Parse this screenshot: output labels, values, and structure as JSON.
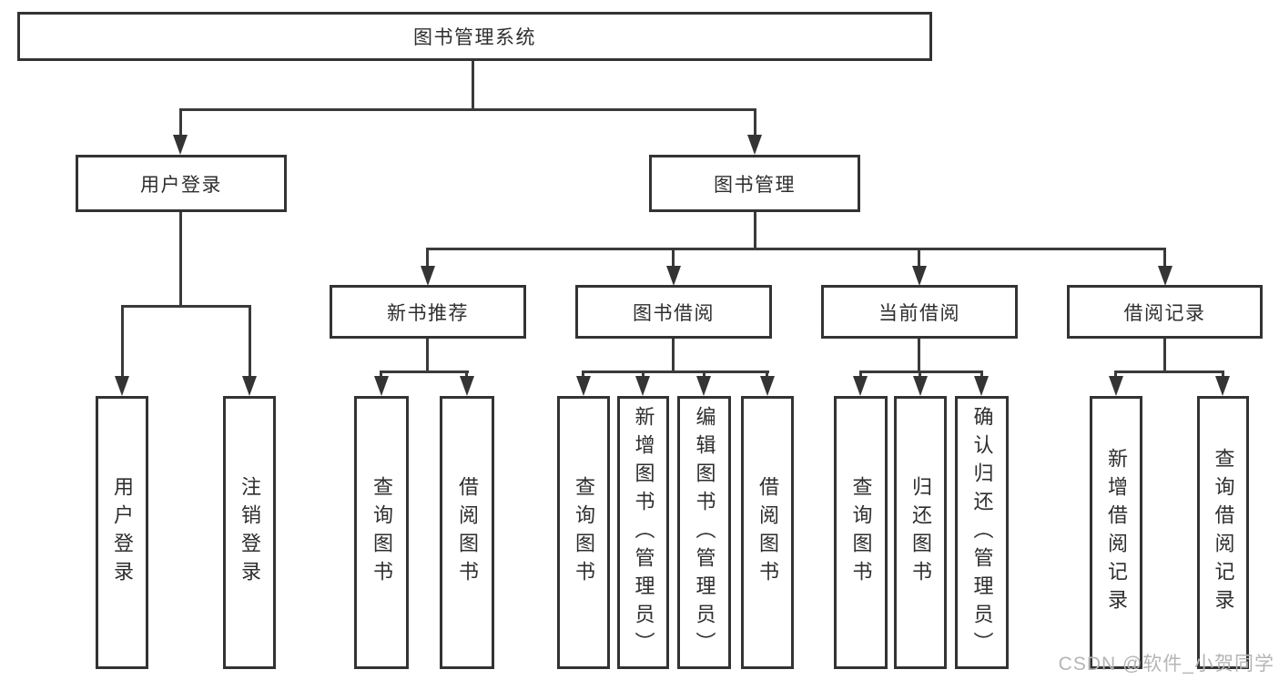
{
  "page": {
    "background_color": "#ffffff",
    "line_color": "#3a3a3a",
    "box_border_color": "#333333",
    "text_color": "#2e2e2e"
  },
  "diagram": {
    "type": "tree",
    "root": {
      "label": "图书管理系统"
    },
    "branches": [
      {
        "label": "用户登录",
        "leaves": [
          {
            "label": "用户登录"
          },
          {
            "label": "注销登录"
          }
        ]
      },
      {
        "label": "图书管理",
        "sections": [
          {
            "label": "新书推荐",
            "leaves": [
              {
                "label": "查询图书"
              },
              {
                "label": "借阅图书"
              }
            ]
          },
          {
            "label": "图书借阅",
            "leaves": [
              {
                "label": "查询图书"
              },
              {
                "label": "新增图书（管理员）"
              },
              {
                "label": "编辑图书（管理员）"
              },
              {
                "label": "借阅图书"
              }
            ]
          },
          {
            "label": "当前借阅",
            "leaves": [
              {
                "label": "查询图书"
              },
              {
                "label": "归还图书"
              },
              {
                "label": "确认归还（管理员）"
              }
            ]
          },
          {
            "label": "借阅记录",
            "leaves": [
              {
                "label": "新增借阅记录"
              },
              {
                "label": "查询借阅记录"
              }
            ]
          }
        ]
      }
    ]
  },
  "watermark": {
    "text": "CSDN @软件_小贺同学",
    "color": "#b5b5b5"
  }
}
